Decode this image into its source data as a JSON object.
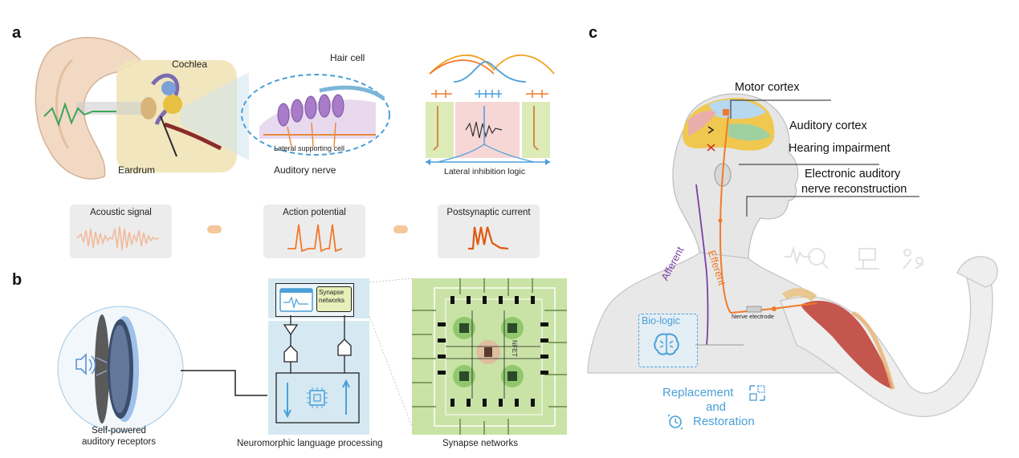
{
  "panel_a": {
    "letter": "a",
    "labels": {
      "cochlea": "Cochlea",
      "eardrum": "Eardrum",
      "hair_cell": "Hair cell",
      "lateral_supporting_cell": "Lateral supporting cell",
      "auditory_nerve": "Auditory nerve",
      "lateral_inhibition_logic": "Lateral inhibition  logic"
    },
    "signal_boxes": [
      {
        "label": "Acoustic signal"
      },
      {
        "label": "Action potential"
      },
      {
        "label": "Postsynaptic current"
      }
    ]
  },
  "panel_b": {
    "letter": "b",
    "labels": {
      "synapse_networks_box": "Synapse networks",
      "chip_label": "NFET",
      "receptor_caption": "Self-powered auditory receptors",
      "processing_caption": "Neuromorphic language processing",
      "network_caption": "Synapse networks"
    }
  },
  "panel_c": {
    "letter": "c",
    "labels": {
      "motor_cortex": "Motor cortex",
      "auditory_cortex": "Auditory cortex",
      "hearing_impairment": "Hearing impairment",
      "electronic_nerve_line1": "Electronic auditory",
      "electronic_nerve_line2": "nerve reconstruction",
      "afferent": "Afferent",
      "efferent": "Efferent",
      "bio_logic": "Bio-logic",
      "nerve_electrode": "Nerve electrode",
      "replacement": "Replacement",
      "and": "and",
      "restoration": "Restoration"
    }
  },
  "colors": {
    "orange": "#f07a2a",
    "blue": "#4a9fd8",
    "purple": "#7b3fa0",
    "light_blue_panel": "#d6e9f3",
    "pcb_green": "#c9e3a6"
  }
}
